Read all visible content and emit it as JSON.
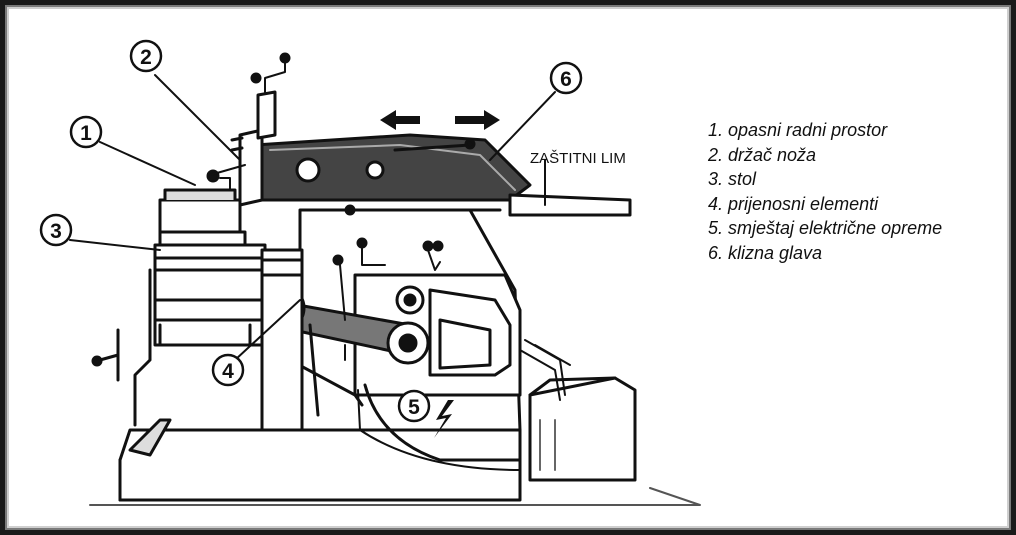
{
  "figure": {
    "shield_label": "ZAŠTITNI LIM",
    "callouts": [
      {
        "num": "1"
      },
      {
        "num": "2"
      },
      {
        "num": "3"
      },
      {
        "num": "4"
      },
      {
        "num": "5"
      },
      {
        "num": "6"
      }
    ],
    "electric_symbol_icon": "lightning-bolt-icon",
    "motion_arrows_icon": "double-arrow-left-right-icon"
  },
  "legend": {
    "items": [
      "1. opasni radni prostor",
      "2. držač noža",
      "3. stol",
      "4. prijenosni elementi",
      "5. smještaj električne opreme",
      "6. klizna glava"
    ]
  },
  "colors": {
    "ink": "#111111",
    "machine_fill": "#ffffff",
    "shade": "#8a8a8a",
    "frame": "#1a1a1a"
  }
}
